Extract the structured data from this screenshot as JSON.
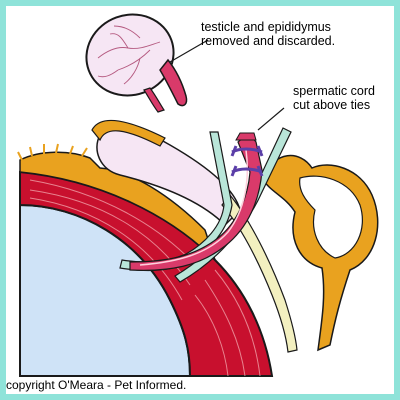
{
  "labels": {
    "testicle": [
      "testicle and epididymus",
      "removed and discarded."
    ],
    "cord": [
      "spermatic cord",
      "cut above ties"
    ]
  },
  "copyright": "copyright O'Meara - Pet Informed.",
  "colors": {
    "frame": "#8fe3d9",
    "muscle": "#c8102e",
    "fat": "#e9a21f",
    "peritoneum": "#cfe3f7",
    "vaginal_tunic": "#f6e6f4",
    "cord_vessel": "#d93a6a",
    "ligature": "#5b3fa8",
    "cremaster": "#f3f0c0",
    "duct": "#b9e6d9",
    "outline": "#1a1a1a"
  }
}
